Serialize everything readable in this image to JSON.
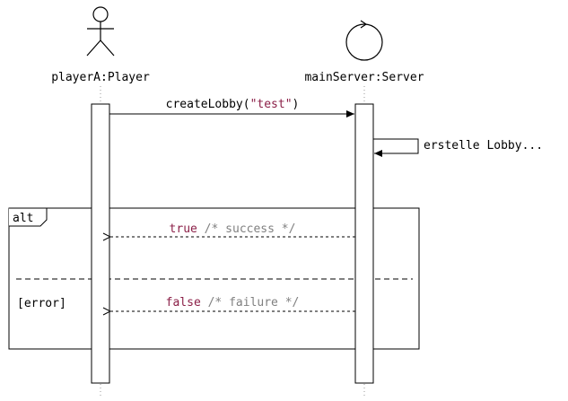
{
  "participants": {
    "player": {
      "label": "playerA:Player",
      "icon": "actor-stick-figure-icon"
    },
    "server": {
      "label": "mainServer:Server",
      "icon": "control-circle-icon"
    }
  },
  "messages": {
    "create_lobby": {
      "prefix": "createLobby(",
      "argument": "\"test\"",
      "suffix": ")"
    },
    "self_call": {
      "label": "erstelle Lobby..."
    }
  },
  "fragment": {
    "operator": "alt",
    "guard": "[error]",
    "reply_success": {
      "value": "true",
      "comment": " /* success */"
    },
    "reply_failure": {
      "value": "false",
      "comment": " /* failure */"
    }
  },
  "colors": {
    "line": "#000000",
    "keyword": "#8b1f47",
    "comment": "#808080",
    "background": "#ffffff"
  }
}
